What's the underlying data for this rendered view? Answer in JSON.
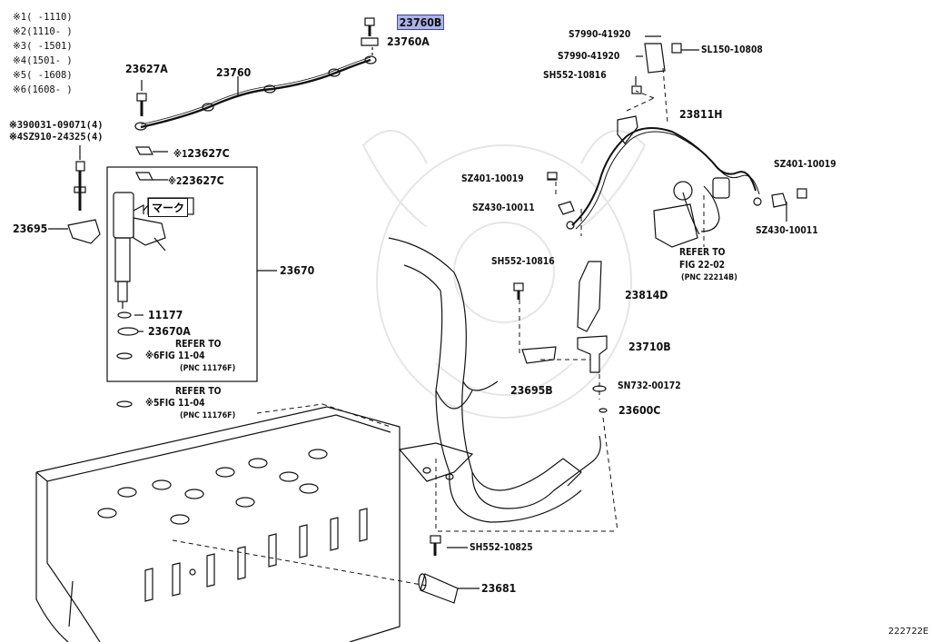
{
  "diagram_id": "222722E",
  "notes": [
    {
      "mark": "※1",
      "range": "(     -1110)"
    },
    {
      "mark": "※2",
      "range": "(1110-      )"
    },
    {
      "mark": "※3",
      "range": "(     -1501)"
    },
    {
      "mark": "※4",
      "range": "(1501-      )"
    },
    {
      "mark": "※5",
      "range": "(     -1608)"
    },
    {
      "mark": "※6",
      "range": "(1608-      )"
    }
  ],
  "bolt_notes": [
    {
      "mark": "※3",
      "part": "90031-09071(4)"
    },
    {
      "mark": "※4",
      "part": "SZ910-24325(4)"
    }
  ],
  "parts": {
    "p23760B": "23760B",
    "p23760A": "23760A",
    "p23627A": "23627A",
    "p23760": "23760",
    "p23627C_1": "23627C",
    "p23627C_2": "23627C",
    "p23695": "23695",
    "p23670": "23670",
    "p11177": "11177",
    "p23670A": "23670A",
    "p23681": "23681",
    "pSH552_10825": "SH552-10825",
    "p23695B": "23695B",
    "pSH552_10816a": "SH552-10816",
    "pSH552_10816b": "SH552-10816",
    "p23814D": "23814D",
    "p23710B": "23710B",
    "pSN732_00172": "SN732-00172",
    "p23600C": "23600C",
    "pSZ401_10019a": "SZ401-10019",
    "pSZ430_10011a": "SZ430-10011",
    "pS7990_41920a": "S7990-41920",
    "pS7990_41920b": "S7990-41920",
    "pSL150_10808": "SL150-10808",
    "p23811H": "23811H",
    "pSZ401_10019b": "SZ401-10019",
    "pSZ430_10011b": "SZ430-10011"
  },
  "mark1": "※1",
  "mark2": "※2",
  "mark5": "※5",
  "mark6": "※6",
  "marker_label": "マーク",
  "refs": {
    "r1_line1": "REFER TO",
    "r1_line2": "FIG 11-04",
    "r1_pnc": "(PNC 11176F)",
    "r2_line1": "REFER TO",
    "r2_line2": "FIG 11-04",
    "r2_pnc": "(PNC 11176F)",
    "r3_line1": "REFER TO",
    "r3_line2": "FIG 22-02",
    "r3_pnc": "(PNC 22214B)"
  },
  "colors": {
    "line": "#111111",
    "highlight": "#aeb4ea",
    "watermark": "#e4e4e4"
  }
}
